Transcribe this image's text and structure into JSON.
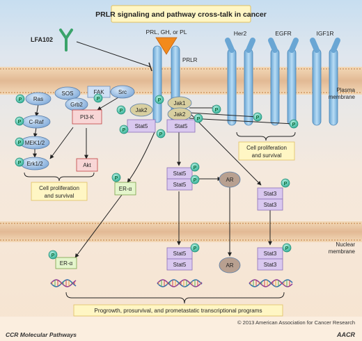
{
  "title": "PRLR signaling and pathway cross-talk in cancer",
  "ligand_label": "PRL, GH, or PL",
  "antibody_label": "LFA102",
  "receptors": {
    "prlr": "PRLR",
    "her2": "Her2",
    "egfr": "EGFR",
    "igf1r": "IGF1R"
  },
  "membranes": {
    "plasma": "Plasma\nmembrane",
    "nuclear": "Nuclear\nmembrane"
  },
  "proteins": {
    "ras": "Ras",
    "sos": "SOS",
    "grb2": "Grb2",
    "fak": "FAK",
    "src": "Src",
    "craf": "C-Raf",
    "mek": "MEK1/2",
    "erk": "Erk1/2",
    "pi3k": "PI3-K",
    "akt": "Akt",
    "jak1": "Jak1",
    "jak2": "Jak2",
    "stat5": "Stat5",
    "stat3": "Stat3",
    "ar": "AR",
    "era": "ER-α",
    "p": "P"
  },
  "callouts": {
    "prolif_left": "Cell proliferation\nand survival",
    "prolif_right": "Cell proliferation\nand survival",
    "transcription": "Progrowth, prosurvival, and prometastatic transcriptional programs"
  },
  "footer": {
    "journal": "CCR Molecular Pathways",
    "copyright": "© 2013 American Association for Cancer Research",
    "logo": "AACR"
  },
  "colors": {
    "membrane": "#e8c6a0",
    "receptor": "#8fc3e6",
    "stat": "#c9b3e0",
    "ar": "#b8a090",
    "jak": "#d8cfa0",
    "oval": "#a9c6e8",
    "pink": "#f4c6c6",
    "era": "#d7f0b8",
    "p": "#5cc8b0",
    "callout": "#fff6c4"
  }
}
